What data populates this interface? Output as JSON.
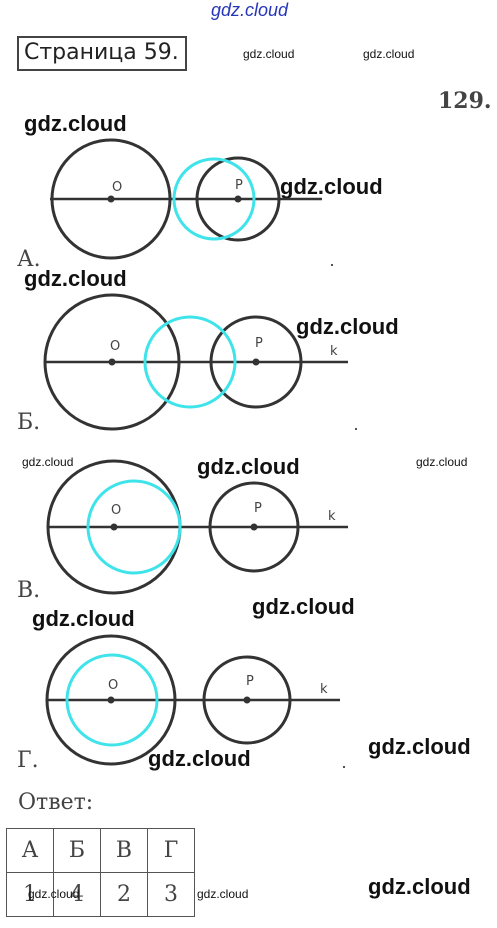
{
  "header": {
    "page_title": "Страница 59.",
    "task_number": "129."
  },
  "watermark": "gdz.cloud",
  "figures": [
    {
      "letter": "А.",
      "center_label": "O",
      "point_label": "P",
      "line_label": ""
    },
    {
      "letter": "Б.",
      "center_label": "O",
      "point_label": "P",
      "line_label": "k"
    },
    {
      "letter": "В.",
      "center_label": "O",
      "point_label": "P",
      "line_label": "k"
    },
    {
      "letter": "Г.",
      "center_label": "O",
      "point_label": "P",
      "line_label": "k"
    }
  ],
  "colors": {
    "circle": "#333333",
    "highlight_circle": "#3fe3ea",
    "watermark_top": "#2636b8"
  },
  "answer": {
    "label": "Ответ:",
    "headers": [
      "А",
      "Б",
      "В",
      "Г"
    ],
    "values": [
      "1",
      "4",
      "2",
      "3"
    ]
  }
}
